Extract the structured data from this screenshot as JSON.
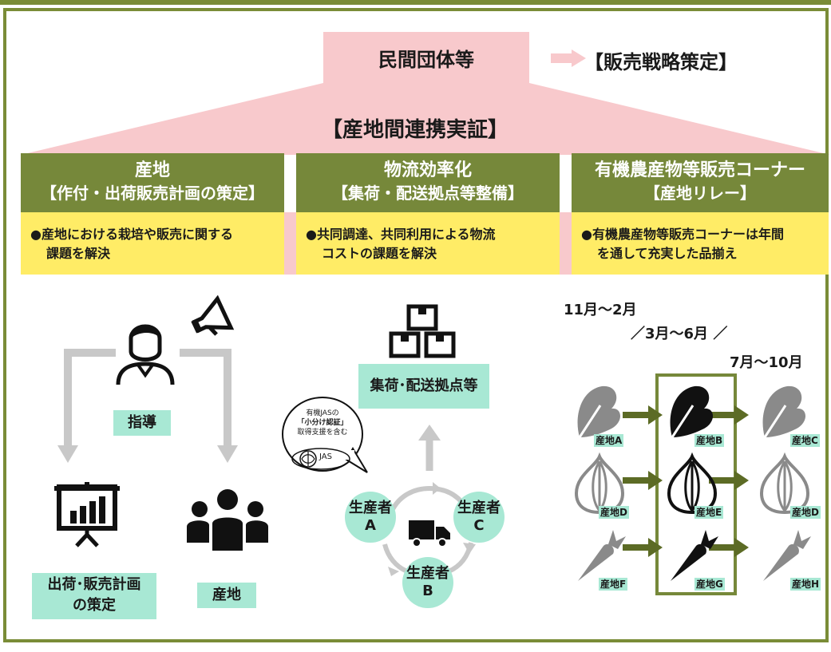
{
  "top": {
    "org_label": "民間団体等",
    "strategy_label": "【販売戦略策定】",
    "demo_label": "【産地間連携実証】"
  },
  "columns": [
    {
      "title": "産地",
      "subtitle": "【作付・出荷販売計画の策定】",
      "bullet": "●産地における栽培や販売に関する",
      "bullet_cont": "課題を解決"
    },
    {
      "title": "物流効率化",
      "subtitle": "【集荷・配送拠点等整備】",
      "bullet": "●共同調達、共同利用による物流",
      "bullet_cont": "コストの課題を解決"
    },
    {
      "title": "有機農産物等販売コーナー",
      "subtitle": "【産地リレー】",
      "bullet": "●有機農産物等販売コーナーは年間",
      "bullet_cont": "を通して充実した品揃え"
    }
  ],
  "left": {
    "guidance": "指導",
    "plan_line1": "出荷･販売計画",
    "plan_line2": "の策定",
    "region": "産地"
  },
  "middle": {
    "hub": "集荷･配送拠点等",
    "bubble_l1": "有機JASの",
    "bubble_l2": "「小分け認証」",
    "bubble_l3": "取得支援を含む",
    "jas": "JAS",
    "producers": [
      {
        "l1": "生産者",
        "l2": "A"
      },
      {
        "l1": "生産者",
        "l2": "C"
      },
      {
        "l1": "生産者",
        "l2": "B"
      }
    ]
  },
  "right": {
    "season1": "11月～2月",
    "season2": "／3月～6月 ／",
    "season3": "7月～10月",
    "labels": [
      "産地A",
      "産地B",
      "産地C",
      "産地D",
      "産地E",
      "産地D",
      "産地F",
      "産地G",
      "産地H"
    ]
  },
  "colors": {
    "accent_green": "#76883a",
    "pink": "#f8c9cc",
    "yellow": "#ffec66",
    "mint": "#a8e8d4",
    "veg_gray": "#8a8a8a"
  }
}
